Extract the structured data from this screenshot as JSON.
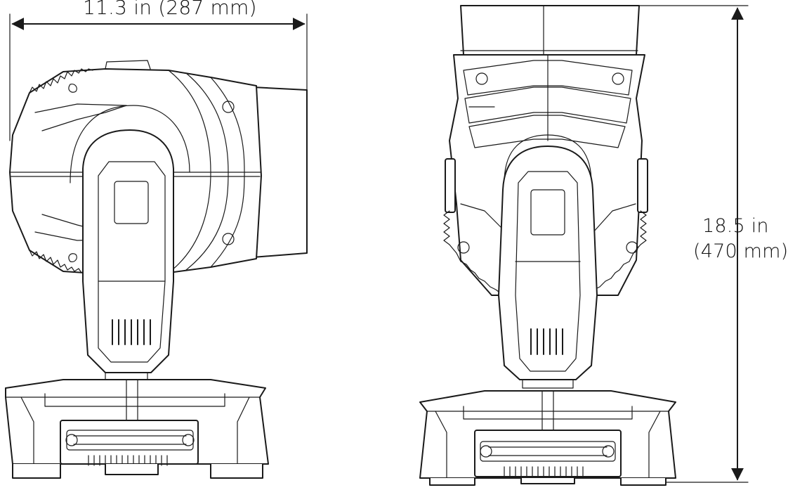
{
  "dimensions": {
    "width_label": "11.3 in (287 mm)",
    "height_label_line1": "18.5 in",
    "height_label_line2": "(470 mm)"
  },
  "colors": {
    "line": "#1a1a1a",
    "background": "#ffffff"
  }
}
